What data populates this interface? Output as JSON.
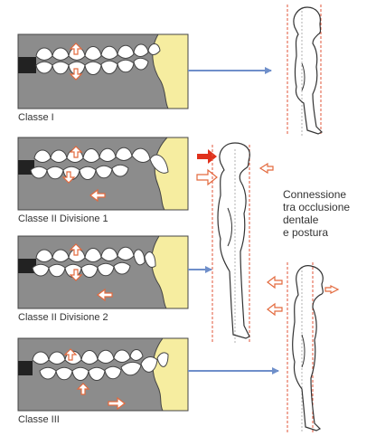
{
  "diagram": {
    "caption": {
      "line1": "Connessione",
      "line2": "tra occlusione",
      "line3": "dentale",
      "line4": "e postura"
    },
    "panels": [
      {
        "label": "Classe I"
      },
      {
        "label": "Classe II Divisione 1"
      },
      {
        "label": "Classe II Divisione 2"
      },
      {
        "label": "Classe III"
      }
    ],
    "colors": {
      "gum": "#8c8c8c",
      "bone": "#f6eda0",
      "teeth": "#ffffff",
      "outline": "#444444",
      "connector": "#6f8fca",
      "arrow_red": "#e0311c",
      "arrow_outline": "#e36a3e",
      "guide_line": "#e2563a",
      "axis_line": "#b0b0b0"
    }
  }
}
